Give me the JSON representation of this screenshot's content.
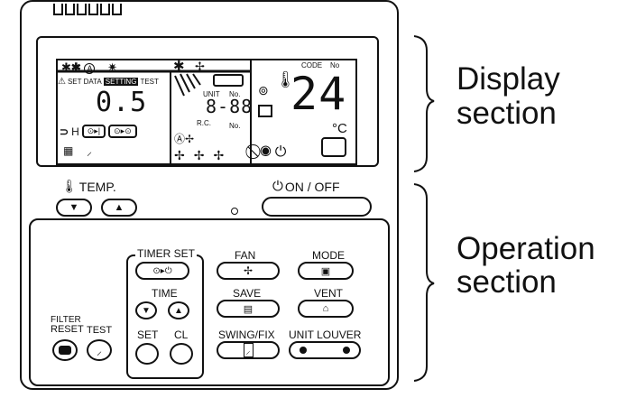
{
  "display": {
    "set_data": "SET DATA",
    "setting": "SETTING",
    "test": "TEST",
    "set_value": "0.5",
    "unit_label": "UNIT",
    "unit_no_label": "No.",
    "unit_value": "8-88",
    "rc_label": "R.C.",
    "rc_no_label": "No.",
    "code_label": "CODE",
    "no_label": "No",
    "temperature": "24",
    "temp_unit": "°C",
    "h_label": "H"
  },
  "temp": {
    "label": "TEMP."
  },
  "onoff": {
    "label": "ON / OFF"
  },
  "timer": {
    "title": "TIMER SET",
    "time": "TIME",
    "set": "SET",
    "cl": "CL"
  },
  "buttons": {
    "fan": "FAN",
    "mode": "MODE",
    "save": "SAVE",
    "vent": "VENT",
    "swing": "SWING/FIX",
    "unit_louver": "UNIT LOUVER"
  },
  "filter": {
    "line1": "FILTER",
    "line2": "RESET",
    "test": "TEST"
  },
  "annotations": {
    "display_line1": "Display",
    "display_line2": "section",
    "operation_line1": "Operation",
    "operation_line2": "section"
  }
}
